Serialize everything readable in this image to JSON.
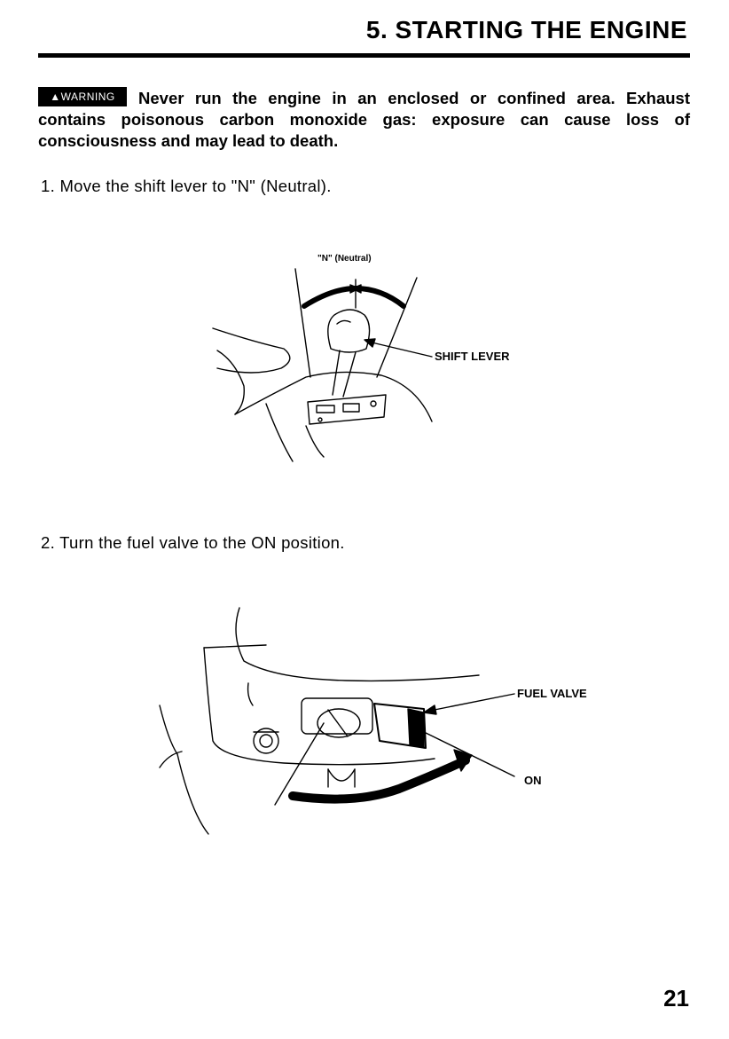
{
  "header": {
    "title": "5. STARTING THE ENGINE"
  },
  "warning": {
    "badge": "WARNING",
    "badge_icon": "warning-triangle-icon",
    "text": "Never run the engine in an enclosed or confined area. Exhaust contains poisonous carbon monoxide gas: exposure can cause loss of consciousness and may lead to death."
  },
  "steps": [
    {
      "text": "1. Move the shift lever to \"N\" (Neutral)."
    },
    {
      "text": "2. Turn the fuel valve to the ON position."
    }
  ],
  "figures": {
    "shift_lever": {
      "label_neutral": "\"N\" (Neutral)",
      "label_lever": "SHIFT LEVER"
    },
    "fuel_valve": {
      "label_valve": "FUEL VALVE",
      "label_on": "ON"
    }
  },
  "footer": {
    "page_number": "21"
  }
}
